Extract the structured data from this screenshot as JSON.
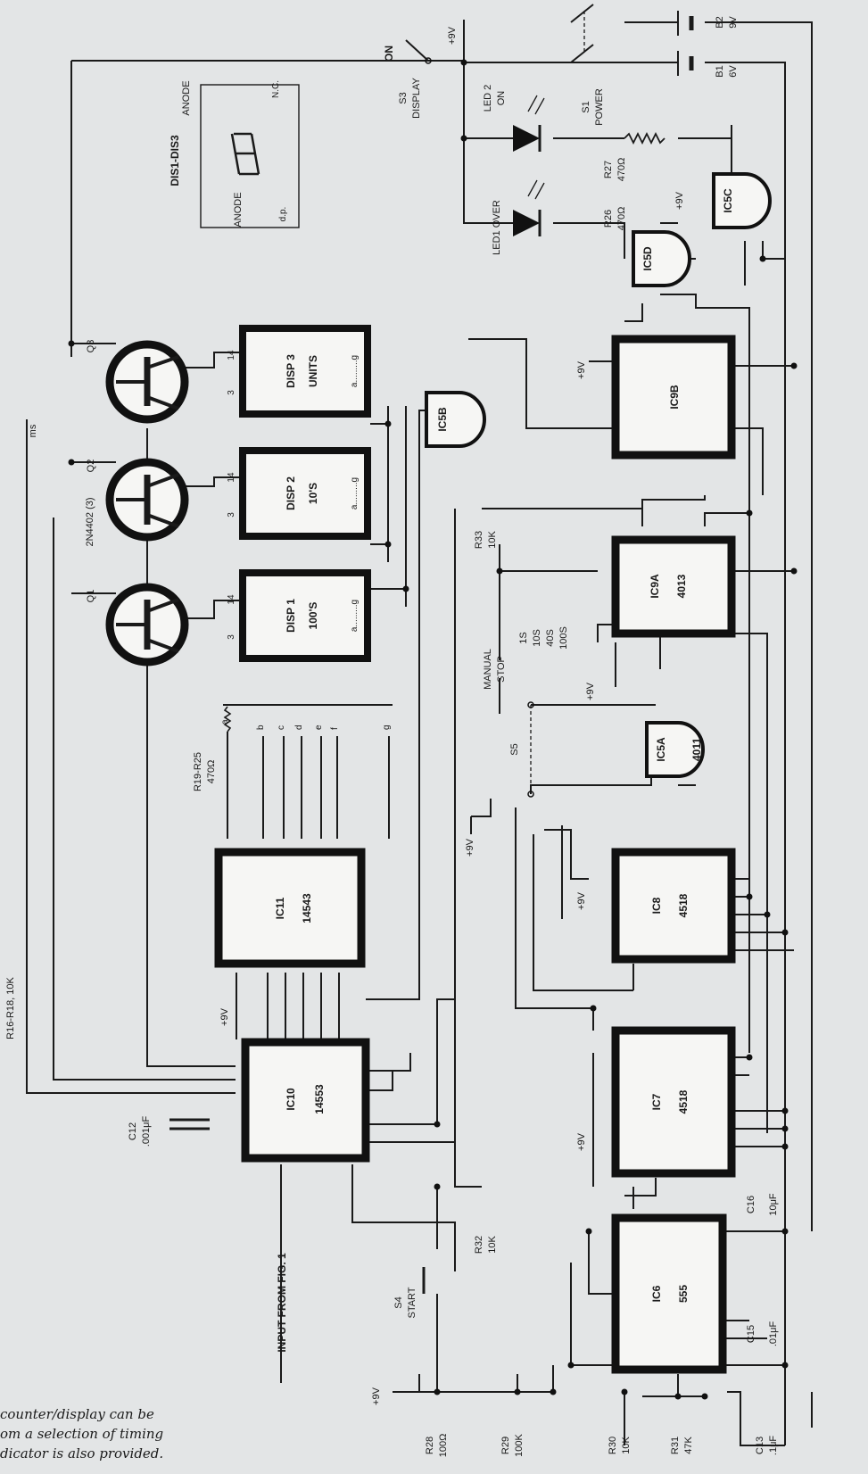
{
  "caption": [
    "counter/display can be",
    "om a selection of timing",
    "dicator is also provided."
  ],
  "fragment_text": "ms",
  "chips": {
    "ic10": {
      "name": "IC10",
      "part": "14553"
    },
    "ic11": {
      "name": "IC11",
      "part": "14543"
    },
    "ic6": {
      "name": "IC6",
      "part": "555"
    },
    "ic7": {
      "name": "IC7",
      "part": "4518"
    },
    "ic8": {
      "name": "IC8",
      "part": "4518"
    },
    "ic9a": {
      "name": "IC9A",
      "part": "4013"
    },
    "ic9b": {
      "name": "IC9B",
      "part": ""
    }
  },
  "displays": {
    "disp1": {
      "name": "DISP 1",
      "digit": "100'S",
      "segs": "a.........g"
    },
    "disp2": {
      "name": "DISP 2",
      "digit": "10'S",
      "segs": "a.........g"
    },
    "disp3": {
      "name": "DISP 3",
      "digit": "UNITS",
      "segs": "a.........g"
    }
  },
  "gates": {
    "ic5a": {
      "name": "IC5A",
      "part": "4011"
    },
    "ic5b": {
      "name": "IC5B"
    },
    "ic5c": {
      "name": "IC5C"
    },
    "ic5d": {
      "name": "IC5D"
    }
  },
  "transistors": {
    "q1": "Q1",
    "q2": "Q2",
    "q3": "Q3",
    "type": "2N4402 (3)"
  },
  "resistors": {
    "r16_18": "R16-R18, 10K",
    "r19_25": [
      "R19-R25",
      "470Ω"
    ],
    "r26": [
      "R26",
      "470Ω"
    ],
    "r27": [
      "R27",
      "470Ω"
    ],
    "r28": [
      "R28",
      "100Ω"
    ],
    "r29": [
      "R29",
      "100K"
    ],
    "r30": [
      "R30",
      "10K"
    ],
    "r31": [
      "R31",
      "47K"
    ],
    "r32": [
      "R32",
      "10K"
    ],
    "r33": [
      "R33",
      "10K"
    ]
  },
  "capacitors": {
    "c12": [
      "C12",
      ".001μF"
    ],
    "c13": [
      "C13",
      ".1μF"
    ],
    "c15": [
      "C15",
      ".01μF"
    ],
    "c16": [
      "C16",
      "10μF"
    ]
  },
  "switches": {
    "s1": [
      "S1",
      "POWER"
    ],
    "s3": [
      "S3",
      "DISPLAY"
    ],
    "s3_on": "ON",
    "s4": [
      "S4",
      "START"
    ],
    "s5": "S5",
    "manual_stop": [
      "MANUAL",
      "STOP"
    ],
    "timing": [
      "1S",
      "10S",
      "40S",
      "100S"
    ]
  },
  "leds": {
    "led1": "LED1 OVER",
    "led2": [
      "LED 2",
      "ON"
    ]
  },
  "batteries": {
    "b1": [
      "B1",
      "6V"
    ],
    "b2": [
      "B2",
      "9V"
    ]
  },
  "supply": "+9V",
  "input_label": "INPUT FROM FIG. 1",
  "seg_letters": [
    "a",
    "b",
    "c",
    "d",
    "e",
    "f",
    "g"
  ],
  "pinout": {
    "title": "DIS1-DIS3",
    "anode": "ANODE",
    "np": "N.C.",
    "dp": "d.p."
  }
}
